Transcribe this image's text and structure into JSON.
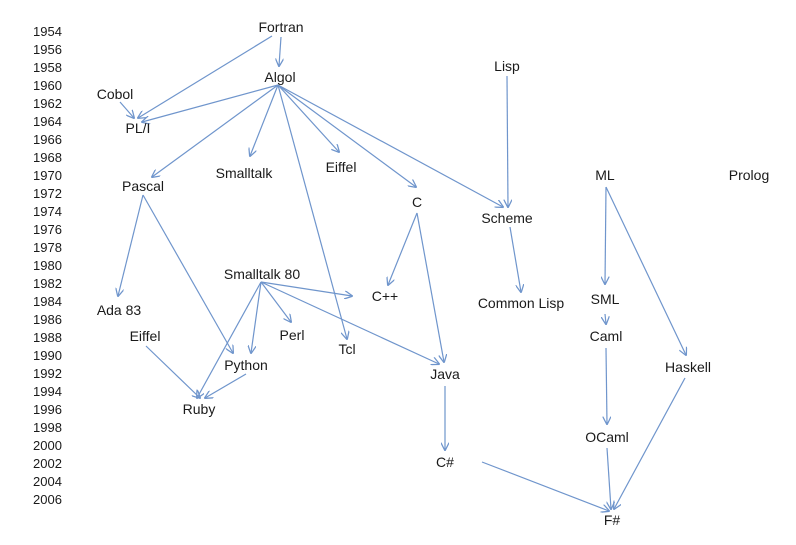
{
  "colors": {
    "edge": "#6f95cc",
    "text": "#1a1a1a",
    "background": "#ffffff"
  },
  "years": [
    "1954",
    "1956",
    "1958",
    "1960",
    "1962",
    "1964",
    "1966",
    "1968",
    "1970",
    "1972",
    "1974",
    "1976",
    "1978",
    "1980",
    "1982",
    "1984",
    "1986",
    "1988",
    "1990",
    "1992",
    "1994",
    "1996",
    "1998",
    "2000",
    "2002",
    "2004",
    "2006"
  ],
  "languages": {
    "fortran": "Fortran",
    "algol": "Algol",
    "lisp": "Lisp",
    "cobol": "Cobol",
    "pli": "PL/I",
    "pascal": "Pascal",
    "smalltalk": "Smalltalk",
    "eiffel_top": "Eiffel",
    "c": "C",
    "scheme": "Scheme",
    "ml": "ML",
    "prolog": "Prolog",
    "smalltalk80": "Smalltalk 80",
    "cpp": "C++",
    "ada83": "Ada 83",
    "common_lisp": "Common Lisp",
    "sml": "SML",
    "eiffel_low": "Eiffel",
    "perl": "Perl",
    "tcl": "Tcl",
    "caml": "Caml",
    "python": "Python",
    "java": "Java",
    "haskell": "Haskell",
    "ruby": "Ruby",
    "ocaml": "OCaml",
    "csharp": "C#",
    "fsharp": "F#"
  }
}
